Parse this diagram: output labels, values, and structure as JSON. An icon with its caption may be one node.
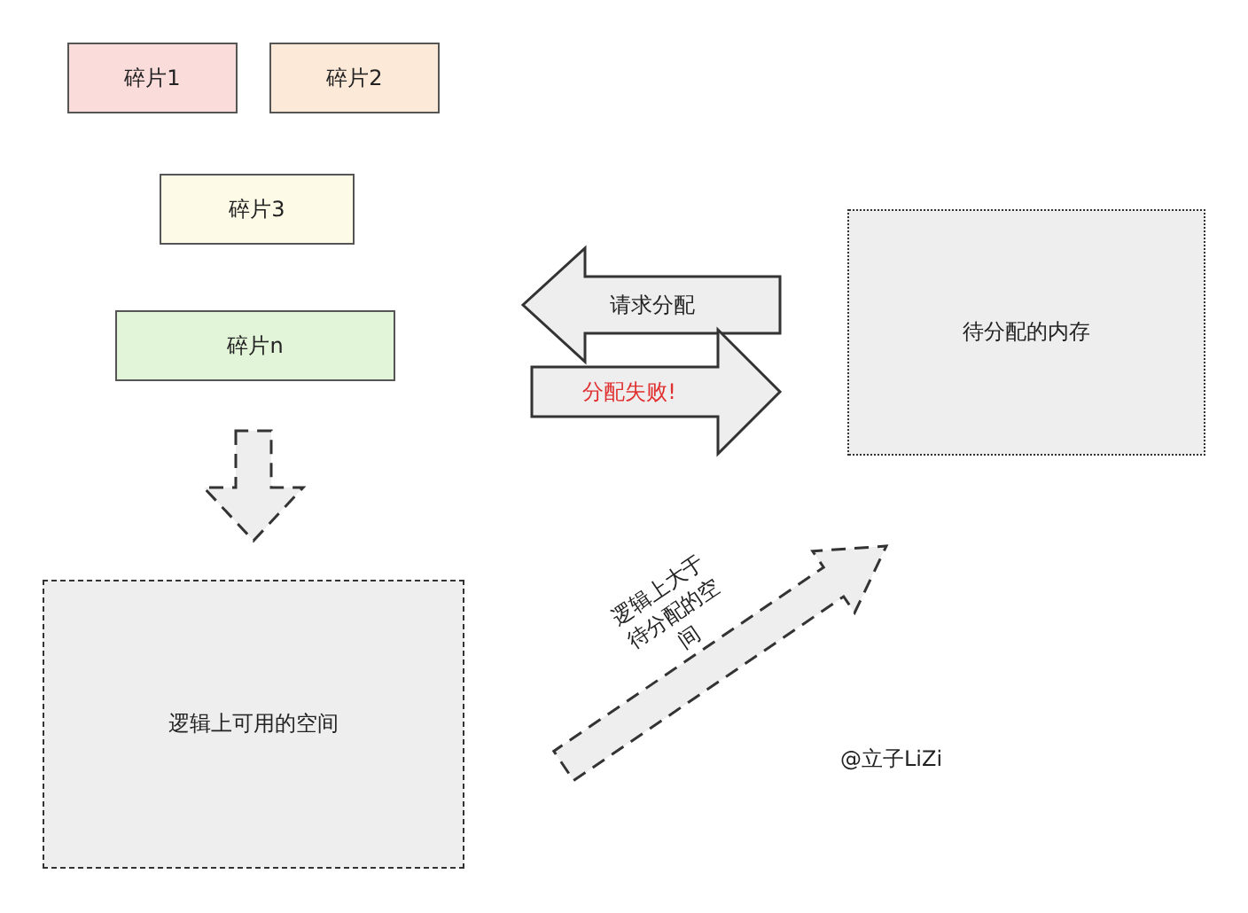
{
  "diagram": {
    "nodes": [
      {
        "text": [
          "碎片1"
        ]
      },
      {
        "text": [
          "碎片2"
        ]
      },
      {
        "text": [
          "碎片3"
        ]
      },
      {
        "text": [
          "碎片n"
        ]
      },
      {
        "text": [
          "待分配的内存"
        ]
      },
      {
        "text": [
          "逻辑上可用的空间"
        ]
      }
    ],
    "edges": [
      {
        "from": 4,
        "to": 2,
        "arrow": "to",
        "label": "请求分配"
      },
      {
        "from": 3,
        "to": 4,
        "arrow": "to",
        "label": "分配失败!"
      },
      {
        "from": 3,
        "to": 5,
        "arrow": "to",
        "style": "dashed"
      },
      {
        "from": 5,
        "to": 4,
        "arrow": "to",
        "style": "dashed",
        "label": "逻辑上大于待分配的空间"
      }
    ],
    "labels": [
      "@立子LiZi"
    ]
  }
}
